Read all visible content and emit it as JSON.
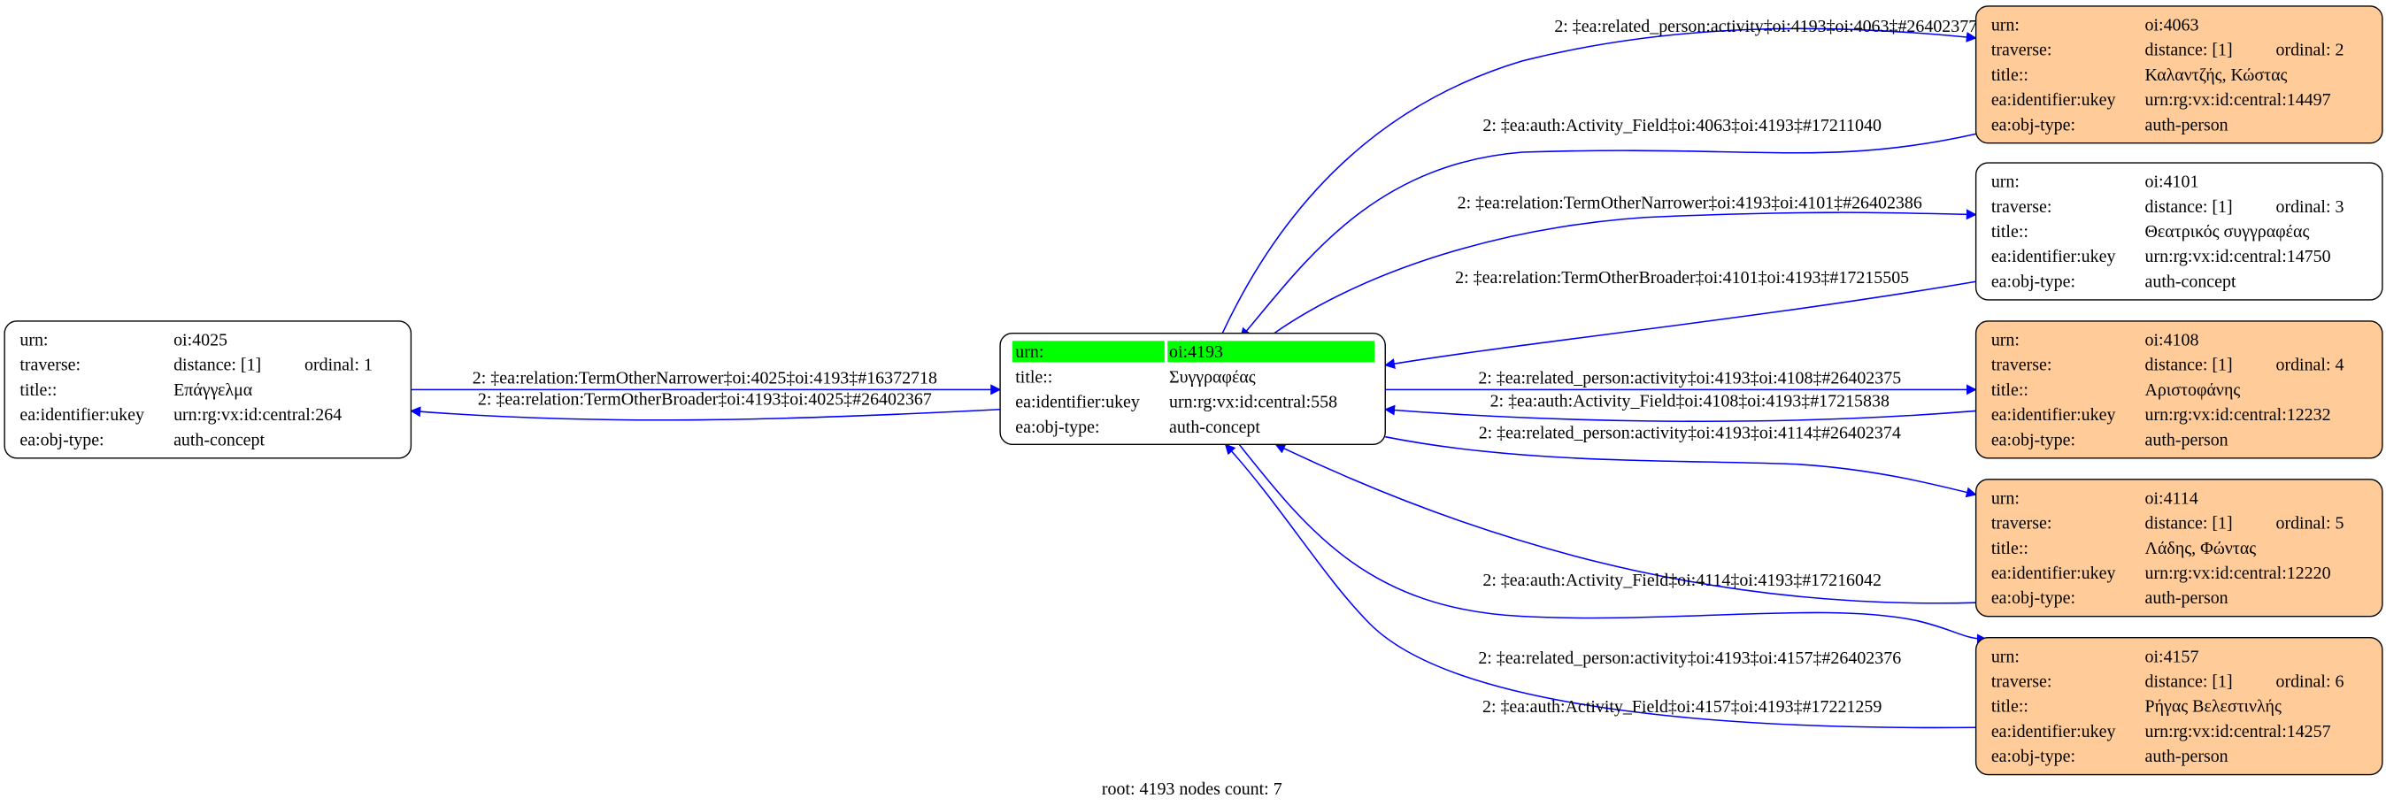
{
  "colors": {
    "edge": "#0000ff",
    "person_fill": "#ffcc99",
    "concept_fill": "#ffffff",
    "root_highlight": "#00ff00"
  },
  "nodes": [
    {
      "id": "4025",
      "rows": [
        [
          "urn:",
          "oi:4025"
        ],
        [
          "traverse:",
          "distance: [1]",
          "ordinal: 1"
        ],
        [
          "title::",
          "Επάγγελμα"
        ],
        [
          "ea:identifier:ukey",
          "urn:rg:vx:id:central:264"
        ],
        [
          "ea:obj-type:",
          "auth-concept"
        ]
      ],
      "kind": "concept"
    },
    {
      "id": "4193",
      "rows": [
        [
          "urn:",
          "oi:4193"
        ],
        [
          "title::",
          "Συγγραφέας"
        ],
        [
          "ea:identifier:ukey",
          "urn:rg:vx:id:central:558"
        ],
        [
          "ea:obj-type:",
          "auth-concept"
        ]
      ],
      "kind": "root"
    },
    {
      "id": "4063",
      "rows": [
        [
          "urn:",
          "oi:4063"
        ],
        [
          "traverse:",
          "distance: [1]",
          "ordinal: 2"
        ],
        [
          "title::",
          "Καλαντζής, Κώστας"
        ],
        [
          "ea:identifier:ukey",
          "urn:rg:vx:id:central:14497"
        ],
        [
          "ea:obj-type:",
          "auth-person"
        ]
      ],
      "kind": "person"
    },
    {
      "id": "4101",
      "rows": [
        [
          "urn:",
          "oi:4101"
        ],
        [
          "traverse:",
          "distance: [1]",
          "ordinal: 3"
        ],
        [
          "title::",
          "Θεατρικός συγγραφέας"
        ],
        [
          "ea:identifier:ukey",
          "urn:rg:vx:id:central:14750"
        ],
        [
          "ea:obj-type:",
          "auth-concept"
        ]
      ],
      "kind": "concept"
    },
    {
      "id": "4108",
      "rows": [
        [
          "urn:",
          "oi:4108"
        ],
        [
          "traverse:",
          "distance: [1]",
          "ordinal: 4"
        ],
        [
          "title::",
          "Αριστοφάνης"
        ],
        [
          "ea:identifier:ukey",
          "urn:rg:vx:id:central:12232"
        ],
        [
          "ea:obj-type:",
          "auth-person"
        ]
      ],
      "kind": "person"
    },
    {
      "id": "4114",
      "rows": [
        [
          "urn:",
          "oi:4114"
        ],
        [
          "traverse:",
          "distance: [1]",
          "ordinal: 5"
        ],
        [
          "title::",
          "Λάδης, Φώντας"
        ],
        [
          "ea:identifier:ukey",
          "urn:rg:vx:id:central:12220"
        ],
        [
          "ea:obj-type:",
          "auth-person"
        ]
      ],
      "kind": "person"
    },
    {
      "id": "4157",
      "rows": [
        [
          "urn:",
          "oi:4157"
        ],
        [
          "traverse:",
          "distance: [1]",
          "ordinal: 6"
        ],
        [
          "title::",
          "Ρήγας Βελεστινλής"
        ],
        [
          "ea:identifier:ukey",
          "urn:rg:vx:id:central:14257"
        ],
        [
          "ea:obj-type:",
          "auth-person"
        ]
      ],
      "kind": "person"
    }
  ],
  "edges": [
    {
      "from": "4025",
      "to": "4193",
      "label": "2: ‡ea:relation:TermOtherNarrower‡oi:4025‡oi:4193‡#16372718"
    },
    {
      "from": "4193",
      "to": "4025",
      "label": "2: ‡ea:relation:TermOtherBroader‡oi:4193‡oi:4025‡#26402367"
    },
    {
      "from": "4193",
      "to": "4063",
      "label": "2: ‡ea:related_person:activity‡oi:4193‡oi:4063‡#26402377"
    },
    {
      "from": "4063",
      "to": "4193",
      "label": "2: ‡ea:auth:Activity_Field‡oi:4063‡oi:4193‡#17211040"
    },
    {
      "from": "4193",
      "to": "4101",
      "label": "2: ‡ea:relation:TermOtherNarrower‡oi:4193‡oi:4101‡#26402386"
    },
    {
      "from": "4101",
      "to": "4193",
      "label": "2: ‡ea:relation:TermOtherBroader‡oi:4101‡oi:4193‡#17215505"
    },
    {
      "from": "4193",
      "to": "4108",
      "label": "2: ‡ea:related_person:activity‡oi:4193‡oi:4108‡#26402375"
    },
    {
      "from": "4108",
      "to": "4193",
      "label": "2: ‡ea:auth:Activity_Field‡oi:4108‡oi:4193‡#17215838"
    },
    {
      "from": "4193",
      "to": "4114",
      "label": "2: ‡ea:related_person:activity‡oi:4193‡oi:4114‡#26402374"
    },
    {
      "from": "4114",
      "to": "4193",
      "label": "2: ‡ea:auth:Activity_Field‡oi:4114‡oi:4193‡#17216042"
    },
    {
      "from": "4193",
      "to": "4157",
      "label": "2: ‡ea:related_person:activity‡oi:4193‡oi:4157‡#26402376"
    },
    {
      "from": "4157",
      "to": "4193",
      "label": "2: ‡ea:auth:Activity_Field‡oi:4157‡oi:4193‡#17221259"
    }
  ],
  "footer": "root: 4193 nodes count: 7"
}
